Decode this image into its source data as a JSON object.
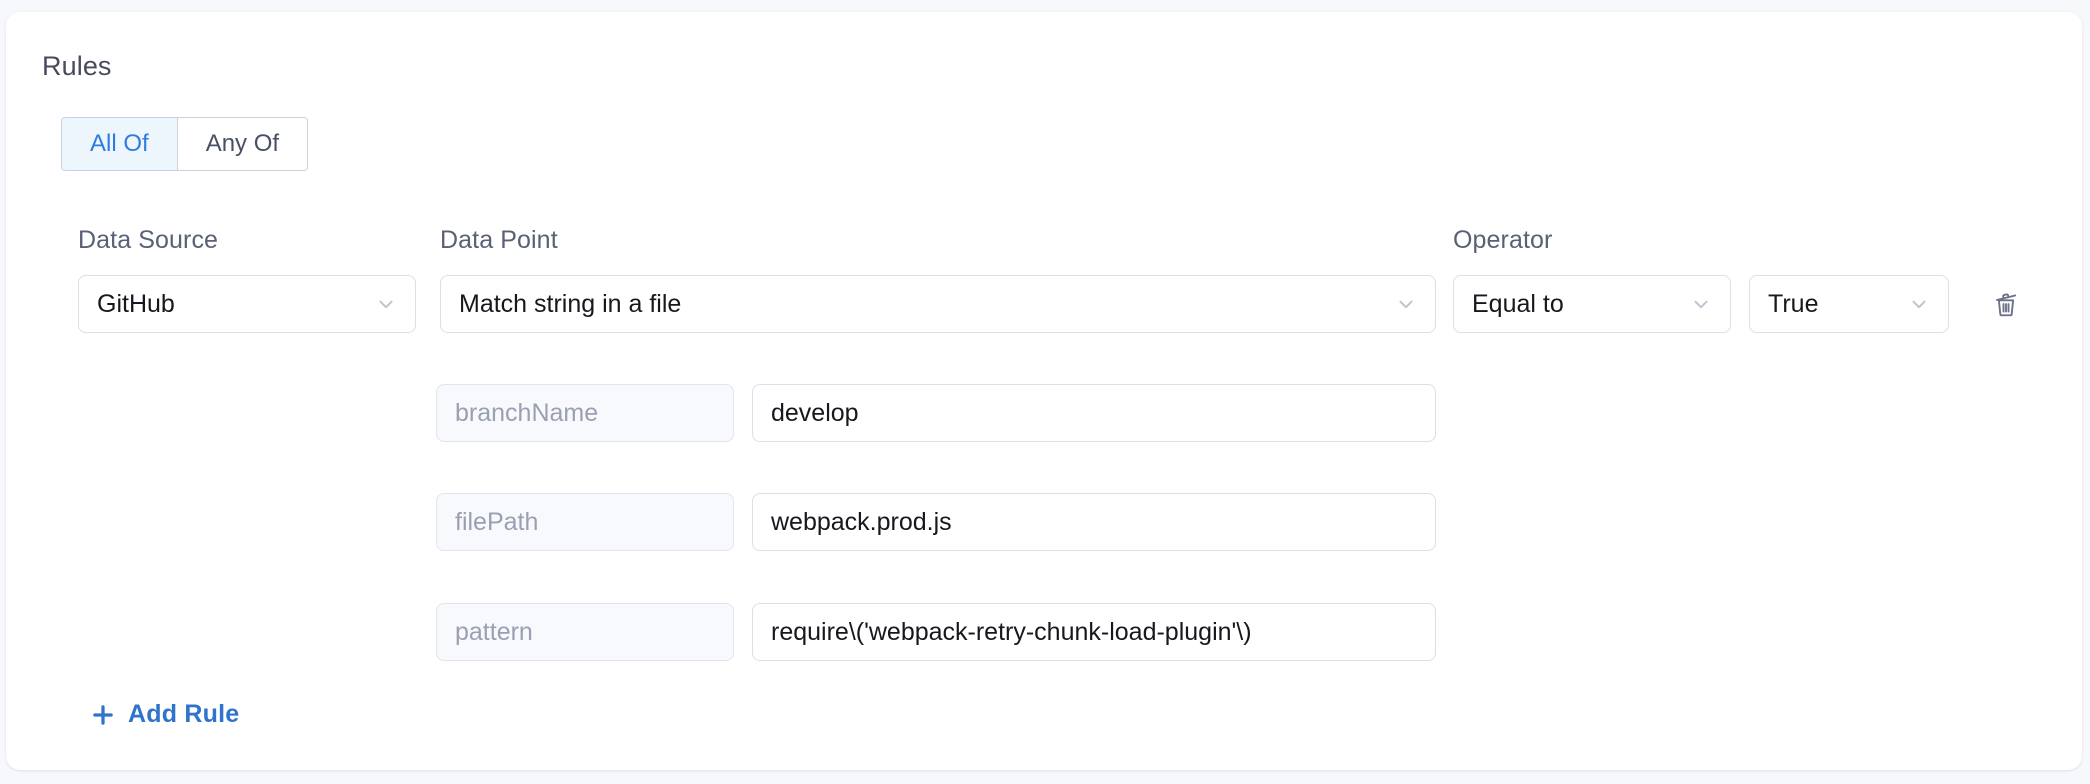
{
  "section": {
    "title": "Rules"
  },
  "match_mode": {
    "options": [
      {
        "label": "All Of",
        "selected": true
      },
      {
        "label": "Any Of",
        "selected": false
      }
    ]
  },
  "columns": {
    "data_source": "Data Source",
    "data_point": "Data Point",
    "operator": "Operator"
  },
  "rule": {
    "data_source": "GitHub",
    "data_point": "Match string in a file",
    "operator": "Equal to",
    "operator_value": "True",
    "delete_icon": "trash-icon",
    "chevron_icon": "chevron-down-icon",
    "params": [
      {
        "key": "branchName",
        "value": "develop"
      },
      {
        "key": "filePath",
        "value": "webpack.prod.js"
      },
      {
        "key": "pattern",
        "value": "require\\('webpack-retry-chunk-load-plugin'\\)"
      }
    ]
  },
  "add_rule": {
    "label": "Add Rule",
    "icon": "plus-icon"
  },
  "colors": {
    "accent_blue": "#2f7ce0",
    "link_blue": "#2f73cc",
    "active_tab_bg": "#edf6fd",
    "label_gray": "#5a6175",
    "placeholder_gray": "#9aa0b4",
    "border_gray": "#dcdfe9",
    "page_bg": "#f7f8fc",
    "card_bg": "#ffffff"
  }
}
